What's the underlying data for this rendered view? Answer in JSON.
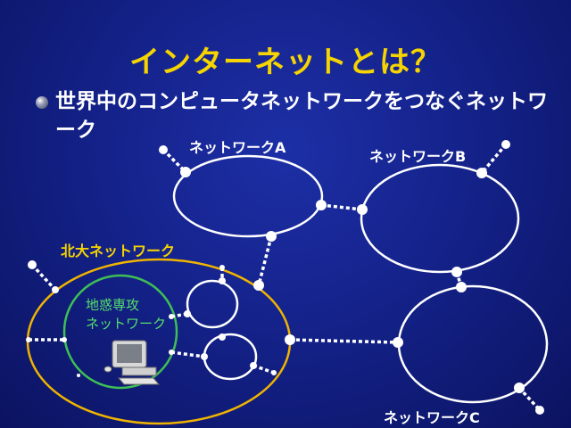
{
  "slide": {
    "title": "インターネットとは？",
    "bullet": "世界中のコンピュータネットワークをつなぐネットワーク"
  },
  "diagram": {
    "network_a": "ネットワークA",
    "network_b": "ネットワークB",
    "network_c": "ネットワークC",
    "hokudai": "北大ネットワーク",
    "chiwaku_line1": "地惑専攻",
    "chiwaku_line2": "ネットワーク",
    "colors": {
      "title": "#f6d400",
      "network_line": "#ffffff",
      "hokudai_ring": "#f0b400",
      "chiwaku_ring": "#3fbf55",
      "background": "#14228a"
    },
    "icons": [
      "computer-icon"
    ]
  }
}
